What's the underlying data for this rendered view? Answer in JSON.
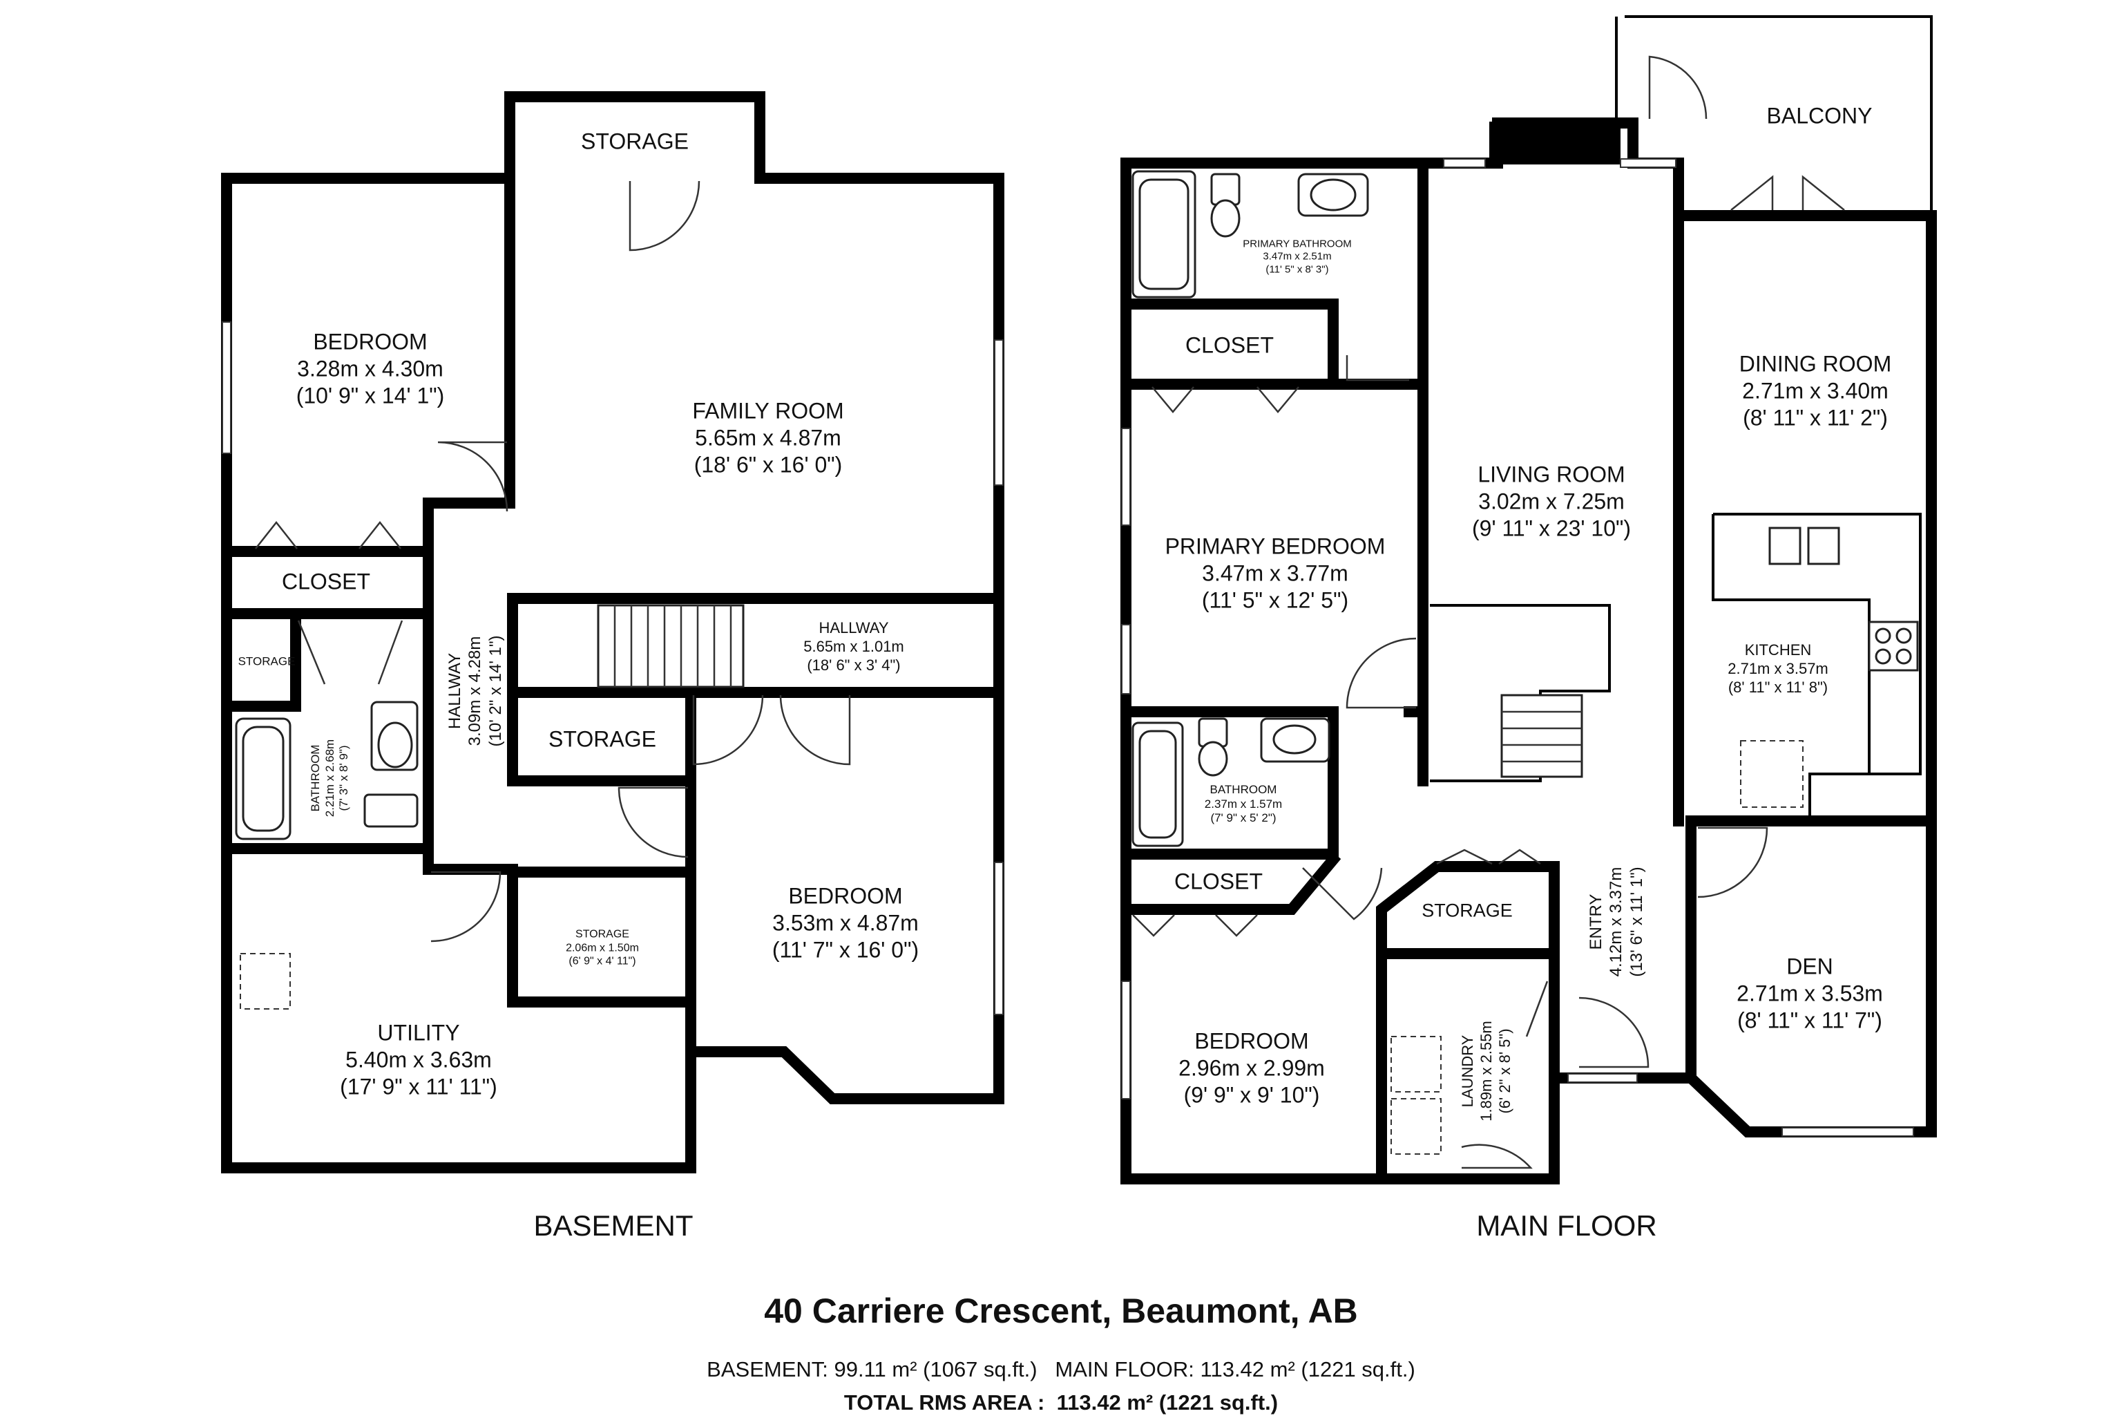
{
  "basement": {
    "title": "BASEMENT",
    "rooms": {
      "storage_top": {
        "name": "STORAGE"
      },
      "bedroom_nw": {
        "name": "BEDROOM",
        "metric": "3.28m x 4.30m",
        "imperial": "(10' 9\" x 14' 1\")"
      },
      "family_room": {
        "name": "FAMILY ROOM",
        "metric": "5.65m x 4.87m",
        "imperial": "(18' 6\" x 16' 0\")"
      },
      "closet": {
        "name": "CLOSET"
      },
      "storage_small": {
        "name": "STORAGE"
      },
      "bathroom": {
        "name": "BATHROOM",
        "metric": "2.21m x 2.68m",
        "imperial": "(7' 3\" x 8' 9\")"
      },
      "hallway_vert": {
        "name": "HALLWAY",
        "metric": "3.09m x 4.28m",
        "imperial": "(10' 2\" x 14' 1\")"
      },
      "hallway_horiz": {
        "name": "HALLWAY",
        "metric": "5.65m x 1.01m",
        "imperial": "(18' 6\" x 3' 4\")"
      },
      "storage_mid": {
        "name": "STORAGE"
      },
      "storage_lower": {
        "name": "STORAGE",
        "metric": "2.06m x 1.50m",
        "imperial": "(6' 9\" x 4' 11\")"
      },
      "bedroom_se": {
        "name": "BEDROOM",
        "metric": "3.53m x 4.87m",
        "imperial": "(11' 7\" x 16' 0\")"
      },
      "utility": {
        "name": "UTILITY",
        "metric": "5.40m x 3.63m",
        "imperial": "(17' 9\" x 11' 11\")"
      }
    }
  },
  "main": {
    "title": "MAIN FLOOR",
    "rooms": {
      "balcony": {
        "name": "BALCONY"
      },
      "primary_bath": {
        "name": "PRIMARY BATHROOM",
        "metric": "3.47m x 2.51m",
        "imperial": "(11' 5\" x 8' 3\")"
      },
      "closet_top": {
        "name": "CLOSET"
      },
      "primary_bed": {
        "name": "PRIMARY BEDROOM",
        "metric": "3.47m x 3.77m",
        "imperial": "(11' 5\" x 12' 5\")"
      },
      "living": {
        "name": "LIVING ROOM",
        "metric": "3.02m x 7.25m",
        "imperial": "(9' 11\" x 23' 10\")"
      },
      "dining": {
        "name": "DINING ROOM",
        "metric": "2.71m x 3.40m",
        "imperial": "(8' 11\" x 11' 2\")"
      },
      "kitchen": {
        "name": "KITCHEN",
        "metric": "2.71m x 3.57m",
        "imperial": "(8' 11\" x 11' 8\")"
      },
      "bathroom": {
        "name": "BATHROOM",
        "metric": "2.37m x 1.57m",
        "imperial": "(7' 9\" x 5' 2\")"
      },
      "closet_low": {
        "name": "CLOSET"
      },
      "storage": {
        "name": "STORAGE"
      },
      "entry": {
        "name": "ENTRY",
        "metric": "4.12m x 3.37m",
        "imperial": "(13' 6\" x 11' 1\")"
      },
      "laundry": {
        "name": "LAUNDRY",
        "metric": "1.89m x 2.55m",
        "imperial": "(6' 2\" x 8' 5\")"
      },
      "bedroom": {
        "name": "BEDROOM",
        "metric": "2.96m x 2.99m",
        "imperial": "(9' 9\" x 9' 10\")"
      },
      "den": {
        "name": "DEN",
        "metric": "2.71m x 3.53m",
        "imperial": "(8' 11\" x 11' 7\")"
      }
    }
  },
  "footer": {
    "address": "40 Carriere Crescent, Beaumont, AB",
    "areas": "BASEMENT: 99.11 m² (1067 sq.ft.)   MAIN FLOOR: 113.42 m² (1221 sq.ft.)",
    "total": "TOTAL RMS AREA :  113.42 m² (1221 sq.ft.)"
  }
}
